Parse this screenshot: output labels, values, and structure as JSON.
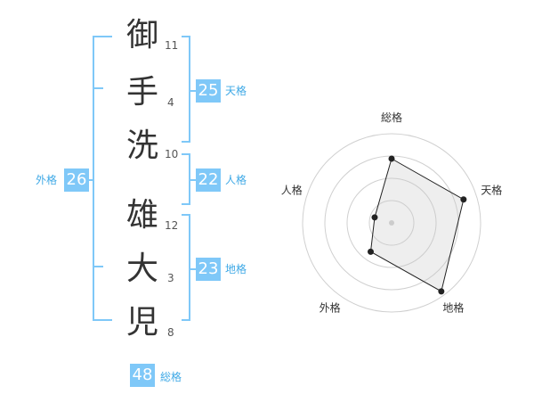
{
  "name": {
    "chars": [
      {
        "char": "御",
        "strokes": "11"
      },
      {
        "char": "手",
        "strokes": "4"
      },
      {
        "char": "洗",
        "strokes": "10"
      },
      {
        "char": "雄",
        "strokes": "12"
      },
      {
        "char": "大",
        "strokes": "3"
      },
      {
        "char": "児",
        "strokes": "8"
      }
    ]
  },
  "kakusu": {
    "tenkaku": {
      "value": "25",
      "label": "天格"
    },
    "jinkaku": {
      "value": "22",
      "label": "人格"
    },
    "chikaku": {
      "value": "23",
      "label": "地格"
    },
    "gaikaku": {
      "value": "26",
      "label": "外格"
    },
    "soukaku": {
      "value": "48",
      "label": "総格"
    }
  },
  "colors": {
    "accent": "#7fc8f8",
    "accent_text": "#3fa9e6"
  },
  "chart_data": {
    "type": "radar",
    "axes": [
      "総格",
      "天格",
      "地格",
      "外格",
      "人格"
    ],
    "values": [
      0.72,
      0.85,
      0.95,
      0.4,
      0.2
    ],
    "max": 1.0,
    "rings": 4
  }
}
